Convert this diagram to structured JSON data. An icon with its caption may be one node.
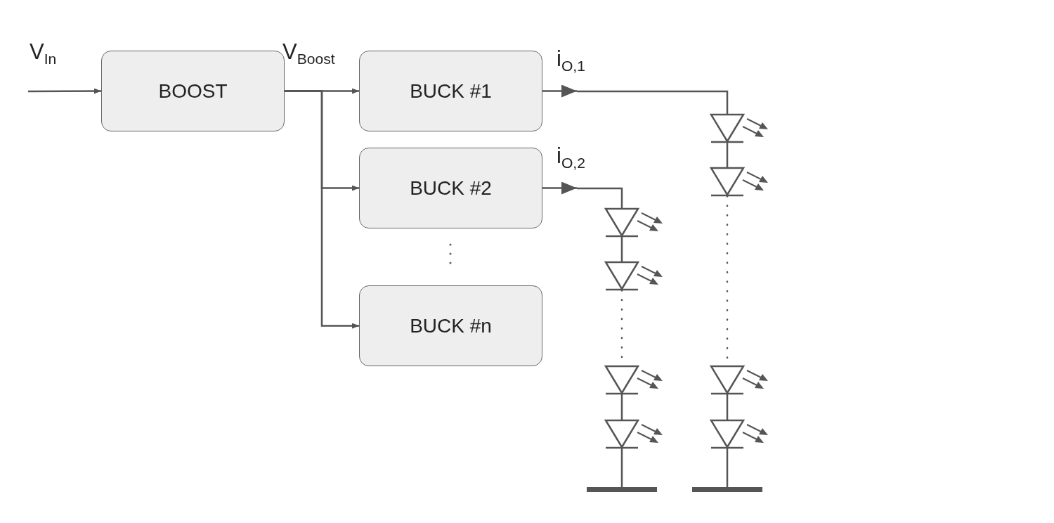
{
  "diagram": {
    "nodes": [
      {
        "text": [
          "BOOST"
        ]
      },
      {
        "text": [
          "BUCK #1"
        ]
      },
      {
        "text": [
          "BUCK #2"
        ]
      },
      {
        "text": [
          "BUCK #n"
        ]
      },
      {
        "text": [],
        "shape": "led"
      },
      {
        "text": [],
        "shape": "led"
      },
      {
        "text": [],
        "shape": "led"
      },
      {
        "text": [],
        "shape": "led"
      },
      {
        "text": [],
        "shape": "bar"
      },
      {
        "text": [],
        "shape": "led"
      },
      {
        "text": [],
        "shape": "led"
      },
      {
        "text": [],
        "shape": "led"
      },
      {
        "text": [],
        "shape": "led"
      },
      {
        "text": [],
        "shape": "bar"
      }
    ],
    "edges": [
      {
        "from": null,
        "to": 0,
        "arrow": "to",
        "label": "V$_{In}$"
      },
      {
        "from": 0,
        "to": 1,
        "arrow": "to"
      },
      {
        "from": 0,
        "to": 2,
        "arrow": "to"
      },
      {
        "from": 0,
        "to": 3,
        "arrow": "to"
      },
      {
        "from": 1,
        "to": null,
        "arrow": "to",
        "label": "i$_{O,1}$"
      },
      {
        "from": 2,
        "to": null,
        "arrow": "to",
        "label": "i$_{O,2}$"
      },
      {
        "from": 4,
        "to": 5,
        "arrow": "none"
      },
      {
        "from": 5,
        "to": 6,
        "arrow": "none",
        "style": "dashed"
      },
      {
        "from": 6,
        "to": 7,
        "arrow": "none"
      },
      {
        "from": 7,
        "to": 8,
        "arrow": "none"
      },
      {
        "from": 9,
        "to": 10,
        "arrow": "none"
      },
      {
        "from": 10,
        "to": 11,
        "arrow": "none",
        "style": "dashed"
      },
      {
        "from": 11,
        "to": 12,
        "arrow": "none"
      },
      {
        "from": 12,
        "to": 13,
        "arrow": "none"
      },
      {
        "from": null,
        "to": 9,
        "arrow": "none"
      },
      {
        "from": null,
        "to": 4,
        "arrow": "none"
      }
    ],
    "labels": [
      "V$_{Boost}$"
    ]
  }
}
